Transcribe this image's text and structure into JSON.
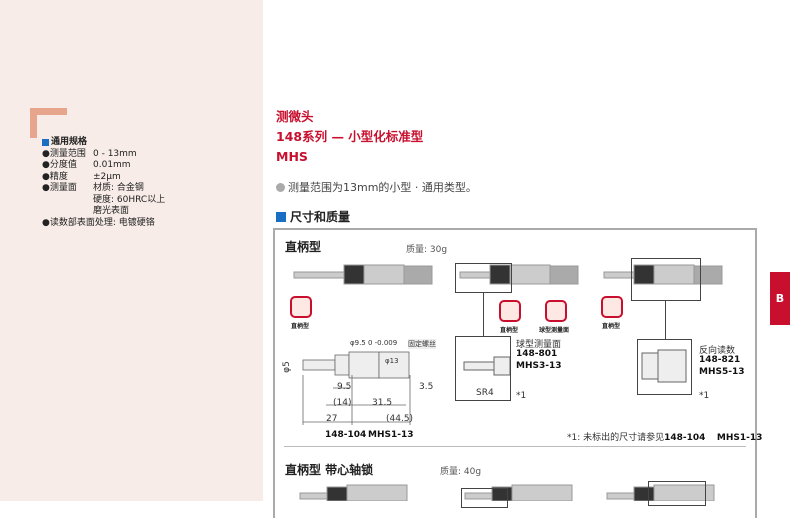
{
  "sidebar": {
    "heading": "通用规格",
    "specs": [
      {
        "key": "●测量范围",
        "value": "0 - 13mm"
      },
      {
        "key": "●分度值",
        "value": "0.01mm"
      },
      {
        "key": "●精度",
        "value": "±2μm"
      },
      {
        "key": "●测量面",
        "value": "材质: 合金钢"
      }
    ],
    "extra_lines": [
      "硬度: 60HRC以上",
      "磨光表面"
    ],
    "last": "●读数部表面处理: 电镀硬铬"
  },
  "header": {
    "line1": "测微头",
    "line2": "148系列 — 小型化标准型",
    "line3": "MHS"
  },
  "description": "测量范围为13mm的小型 · 通用类型。",
  "section_title": "尺寸和质量",
  "side_tab": "B",
  "group1": {
    "title": "直柄型",
    "mass": "质量: 30g",
    "icon_straight": "直柄型",
    "icon_ball": "球型测量面",
    "dims": {
      "d5": "φ5",
      "d95": "φ9.5 0 -0.009",
      "d13": "φ13",
      "screw": "固定螺丝",
      "a": "9.5",
      "b": "3.5",
      "c": "(14)",
      "d": "31.5",
      "e": "27",
      "f": "(44.5)"
    },
    "main_code": "148-104",
    "main_model": "MHS1-13",
    "ball": {
      "label": "球型测量面",
      "code": "148-801",
      "model": "MHS3-13",
      "sr": "SR4",
      "note": "*1"
    },
    "reverse": {
      "label": "反向读数",
      "code": "148-821",
      "model": "MHS5-13",
      "note": "*1"
    },
    "footnote": "*1: 未标出的尺寸请参见",
    "foot_code": "148-104",
    "foot_model": "MHS1-13"
  },
  "group2": {
    "title": "直柄型 带心轴锁",
    "mass": "质量: 40g"
  }
}
